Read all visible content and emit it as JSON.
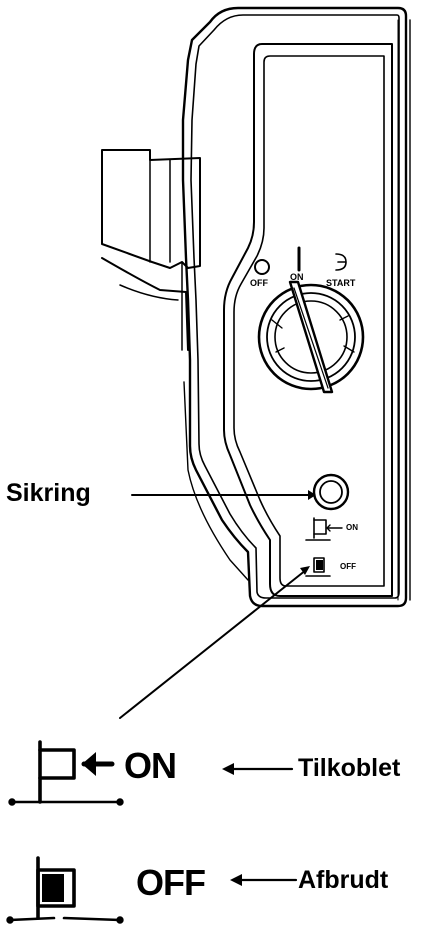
{
  "switch_labels": {
    "off": "OFF",
    "on": "ON",
    "start": "START"
  },
  "indicator_labels": {
    "on": "ON",
    "off": "OFF"
  },
  "callouts": {
    "fuse": "Sikring",
    "on_state": "ON",
    "on_meaning": "Tilkoblet",
    "off_state": "OFF",
    "off_meaning": "Afbrudt"
  },
  "colors": {
    "ink": "#000000",
    "paper": "#ffffff"
  },
  "icons": [
    "ignition-key-icon",
    "fuse-button-icon",
    "breaker-on-icon",
    "breaker-off-icon",
    "arrow-left-icon"
  ]
}
